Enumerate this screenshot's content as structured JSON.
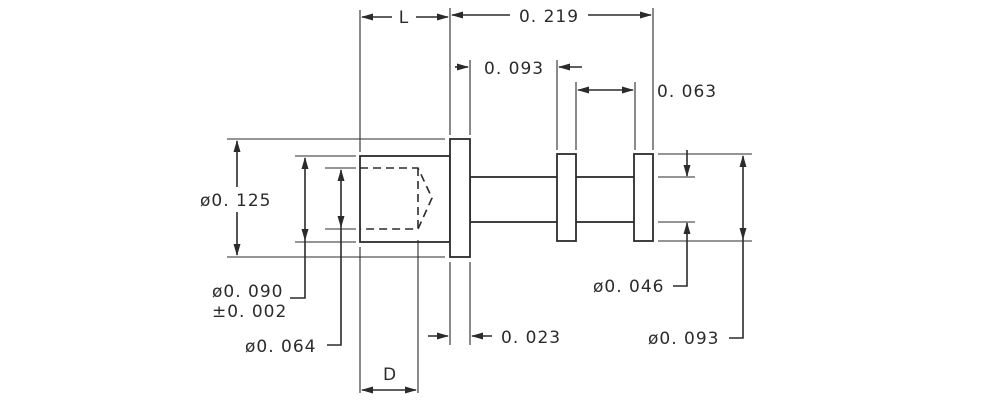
{
  "dimensions": {
    "length_l": "L",
    "total_length": "0. 219",
    "head_to_flange": "0. 093",
    "flange_gap": "0. 063",
    "dia_body": "ø0. 125",
    "dia_bore": "ø0. 090",
    "bore_tol": "±0. 002",
    "dia_inner": "ø0. 064",
    "head_thickness": "0. 023",
    "dia_pin": "ø0. 046",
    "dia_flange": "ø0. 093",
    "depth_d": "D"
  }
}
